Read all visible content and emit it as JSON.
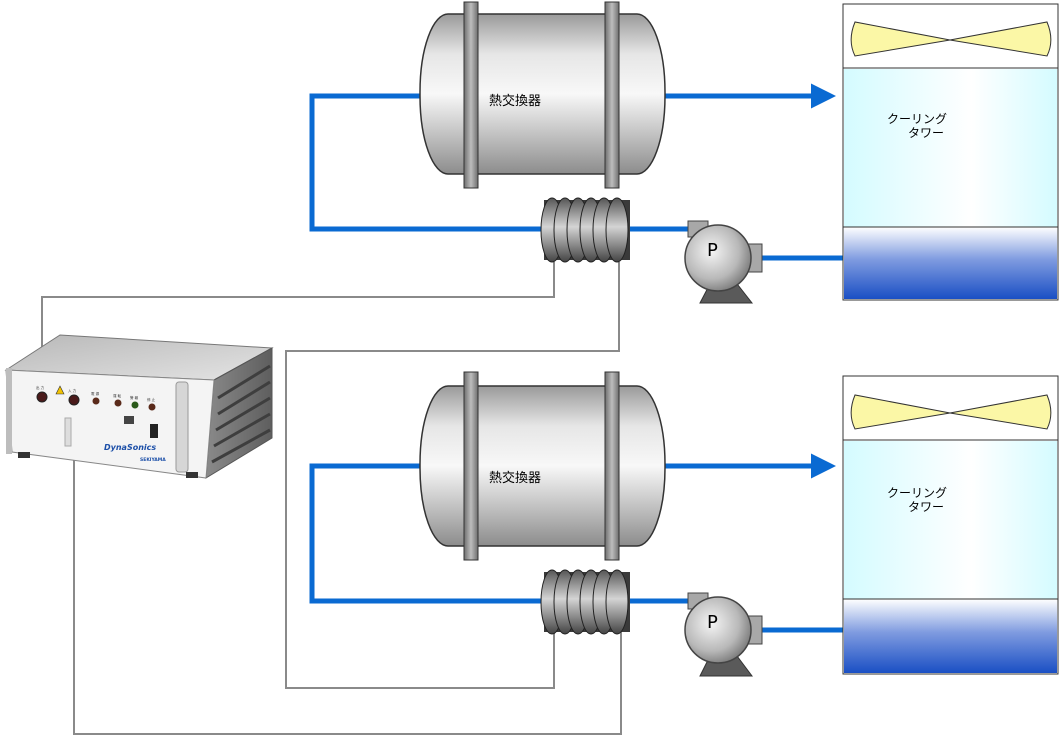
{
  "labels": {
    "heat_exchanger": "熱交換器",
    "cooling_tower_line1": "クーリング",
    "cooling_tower_line2": "タワー",
    "pump": "P"
  },
  "device": {
    "brand_logo": "DynaSonics",
    "maker_logo": "SEKIYAMA",
    "panel_marks": [
      "出 力",
      "入 力",
      "電 源",
      "運 転",
      "警 報",
      "停 止"
    ]
  },
  "colors": {
    "water_pipe": "#0a6ad2",
    "signal_wire": "#8a8a8a",
    "tower_water": "#1a4fc4",
    "tower_air": "#d8fbff",
    "fan_blade": "#fbf7a6"
  },
  "systems": [
    {
      "id": "upper"
    },
    {
      "id": "lower"
    }
  ]
}
